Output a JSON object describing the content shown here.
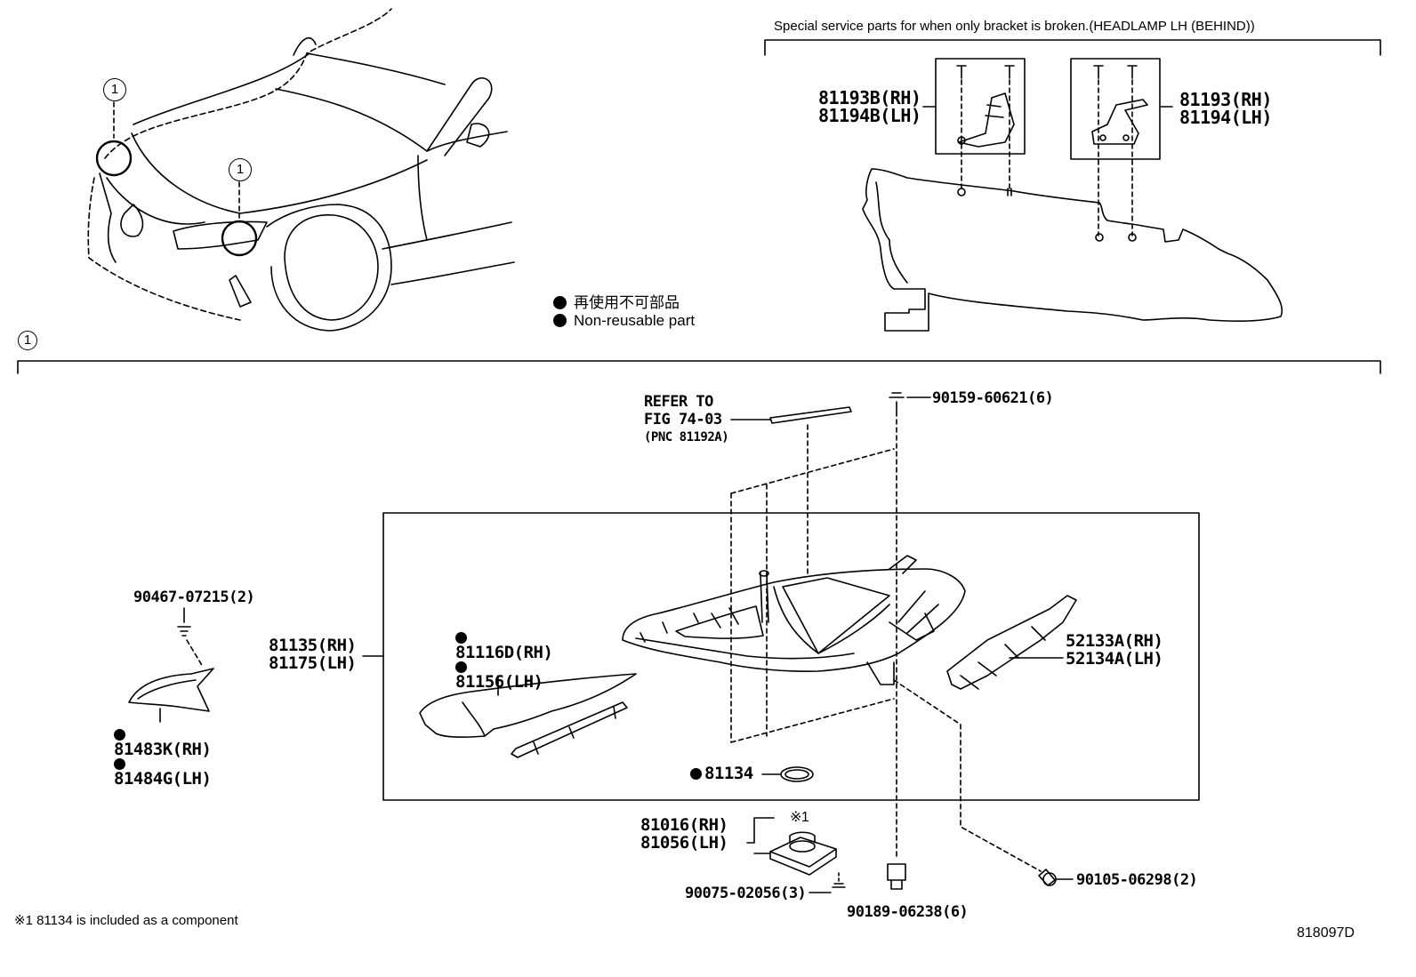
{
  "header": {
    "special_service_title": "Special service parts for when only bracket is broken.(HEADLAMP LH (BEHIND))"
  },
  "callouts": {
    "circle_1": "1"
  },
  "legend": {
    "jp": "再使用不可部品",
    "en": "Non-reusable part"
  },
  "parts": {
    "bracket_b": [
      "81193B(RH)",
      "81194B(LH)"
    ],
    "bracket": [
      "81193(RH)",
      "81194(LH)"
    ],
    "refer": [
      "REFER TO",
      "FIG 74-03",
      "(PNC 81192A)"
    ],
    "bolt_top": "90159-60621(6)",
    "screw_left": "90467-07215(2)",
    "headlamp_assy": [
      "81135(RH)",
      "81175(LH)"
    ],
    "cover": [
      "81116D(RH)",
      "81156(LH)"
    ],
    "bracket_right": [
      "52133A(RH)",
      "52134A(LH)"
    ],
    "trim_left": [
      "81483K(RH)",
      "81484G(LH)"
    ],
    "gasket": "81134",
    "computer": [
      "81016(RH)",
      "81056(LH)"
    ],
    "note_mark": "※1",
    "screw_computer": "90075-02056(3)",
    "bolt_bottom": "90189-06238(6)",
    "bolt_right": "90105-06298(2)"
  },
  "footnote": "※1 81134 is included as a component",
  "figure_id": "818097D"
}
